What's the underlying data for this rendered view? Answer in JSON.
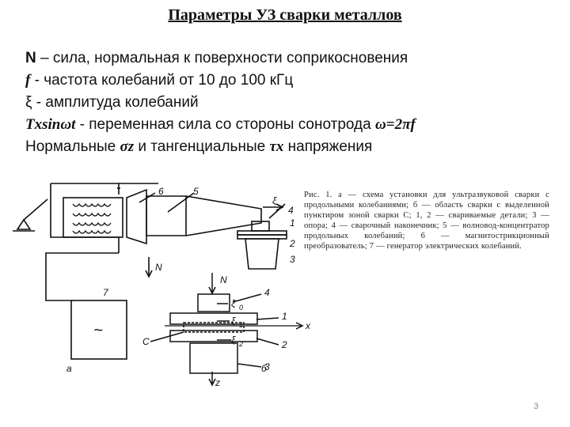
{
  "title": "Параметры УЗ сварки металлов",
  "params": {
    "n_sym": "N",
    "n_text": " – сила, нормальная к поверхности соприкосновения",
    "f_sym": "f",
    "f_text": " - частота колебаний от 10 до 100 кГц",
    "xi_sym": "ξ",
    "xi_text": "  - амплитуда колебаний",
    "t_sym": "Txsinωt",
    "t_text": "  - переменная сила со стороны сонотрода  ",
    "omega_formula": "ω=2πf",
    "stress_pre": "Нормальные ",
    "sigma_sym": "σz",
    "stress_mid": " и тангенциальные ",
    "tau_sym": "τx",
    "stress_post": " напряжения"
  },
  "figure": {
    "labels": {
      "l6": "6",
      "l5": "5",
      "xi": "ξ",
      "l4": "4",
      "l1": "1",
      "l2": "2",
      "l3": "3",
      "N": "N",
      "l7": "7",
      "a": "а",
      "N2": "N",
      "l4b": "4",
      "xi0": "ξ",
      "xi0_sub": "0",
      "xi1": "ξ",
      "xi1_sub": "1",
      "l1b": "1",
      "x": "x",
      "C": "C",
      "xi2": "ξ",
      "xi2_sub": "2",
      "l2b": "2",
      "l3b": "3",
      "b": "б",
      "z": "z",
      "tilde": "~"
    },
    "caption": "Рис. 1. а — схема установки для ультразвуковой сварки с продольными колебаниями; б — область сварки с выделенной пунктиром зоной сварки С; 1, 2 — свариваемые детали; 3 — опора; 4 — сварочный наконечник; 5 — волновод-концентратор продольных колебаний; 6 — магнитострикционный преобразователь; 7 — генератор электрических колебаний."
  },
  "page_number": "3"
}
